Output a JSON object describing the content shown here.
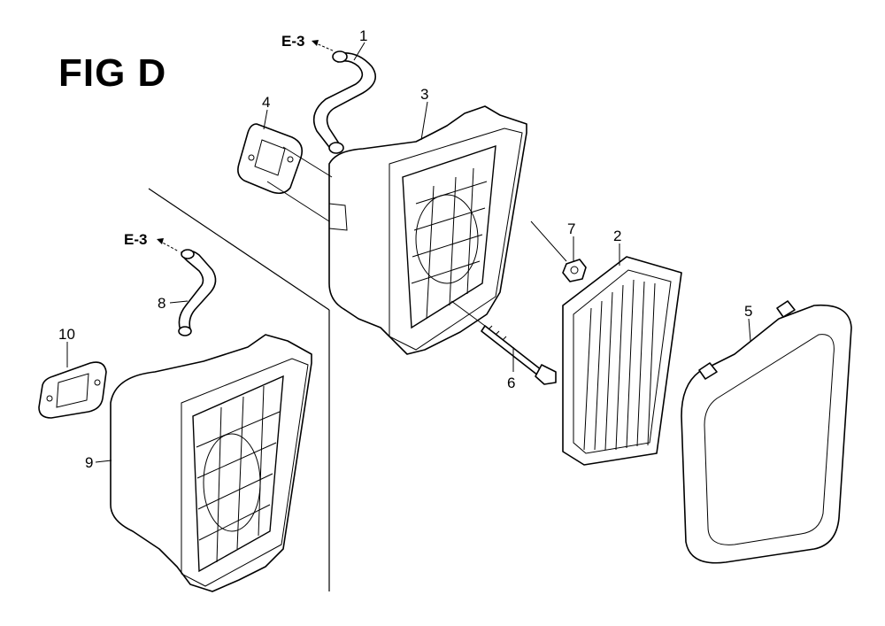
{
  "figure": {
    "title": "FIG D"
  },
  "callouts": {
    "p1": "1",
    "p2": "2",
    "p3": "3",
    "p4": "4",
    "p5": "5",
    "p6": "6",
    "p7": "7",
    "p8": "8",
    "p9": "9",
    "p10": "10"
  },
  "references": {
    "upper": "E-3",
    "lower": "E-3"
  }
}
